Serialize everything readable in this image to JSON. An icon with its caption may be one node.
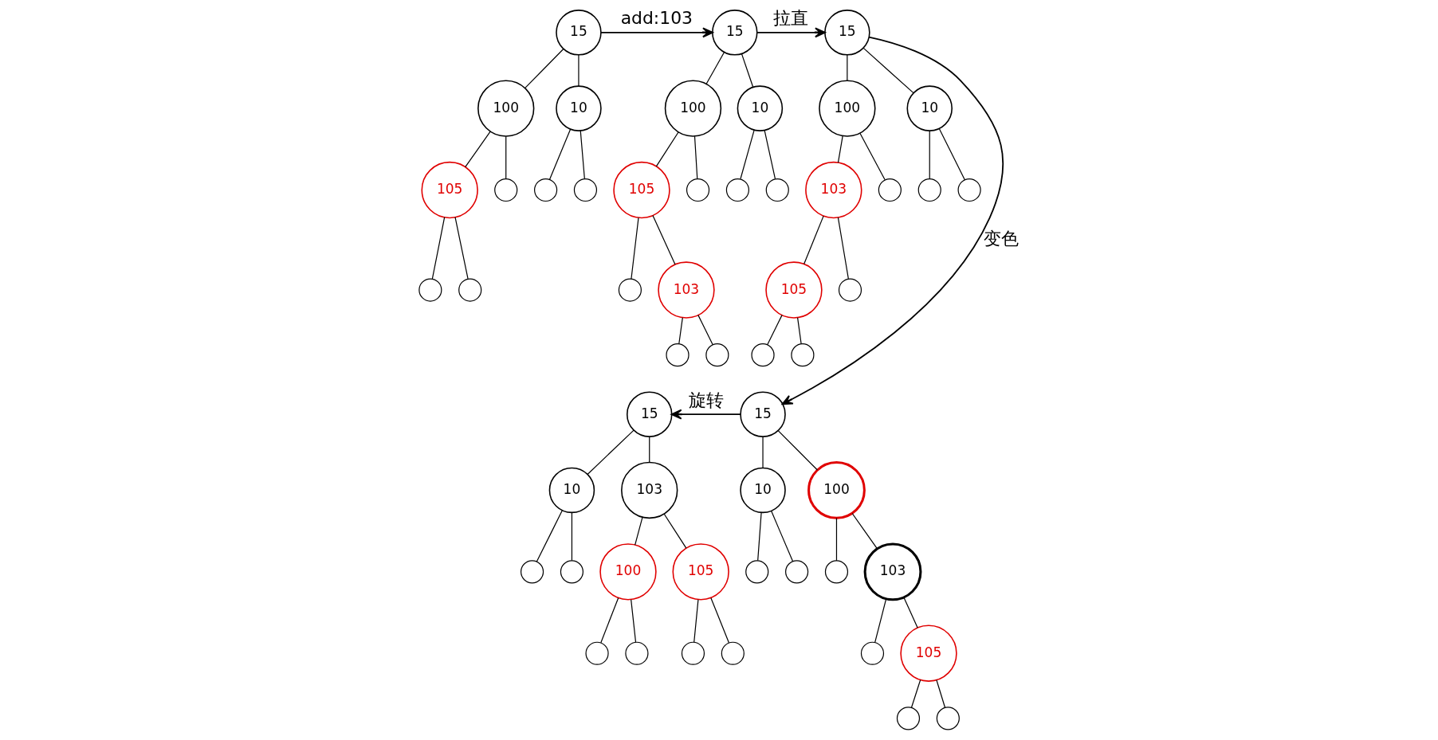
{
  "diagram": {
    "nodes": [
      {
        "text": [
          "15"
        ]
      },
      {
        "text": [
          "10"
        ]
      },
      {
        "text": [
          "100"
        ]
      },
      {
        "text": [],
        "shape": "circle"
      },
      {
        "text": [],
        "shape": "circle"
      },
      {
        "text": [],
        "shape": "circle"
      },
      {
        "text": [
          "105"
        ]
      },
      {
        "text": [],
        "shape": "circle"
      },
      {
        "text": [],
        "shape": "circle"
      },
      {
        "text": [
          "15"
        ]
      },
      {
        "text": [
          "10"
        ]
      },
      {
        "text": [
          "100"
        ]
      },
      {
        "text": [],
        "shape": "circle"
      },
      {
        "text": [],
        "shape": "circle"
      },
      {
        "text": [],
        "shape": "circle"
      },
      {
        "text": [
          "105"
        ]
      },
      {
        "text": [
          "103"
        ]
      },
      {
        "text": [],
        "shape": "circle"
      },
      {
        "text": [],
        "shape": "circle"
      },
      {
        "text": [],
        "shape": "circle"
      },
      {
        "text": [
          "15"
        ]
      },
      {
        "text": [
          "10"
        ]
      },
      {
        "text": [
          "100"
        ]
      },
      {
        "text": [],
        "shape": "circle"
      },
      {
        "text": [],
        "shape": "circle"
      },
      {
        "text": [],
        "shape": "circle"
      },
      {
        "text": [
          "103"
        ]
      },
      {
        "text": [],
        "shape": "circle"
      },
      {
        "text": [
          "105"
        ]
      },
      {
        "text": [],
        "shape": "circle"
      },
      {
        "text": [],
        "shape": "circle"
      },
      {
        "text": [
          "15"
        ]
      },
      {
        "text": [
          "10"
        ]
      },
      {
        "text": [
          "100"
        ]
      },
      {
        "text": [],
        "shape": "circle"
      },
      {
        "text": [],
        "shape": "circle"
      },
      {
        "text": [],
        "shape": "circle"
      },
      {
        "text": [
          "103"
        ]
      },
      {
        "text": [],
        "shape": "circle"
      },
      {
        "text": [
          "105"
        ]
      },
      {
        "text": [],
        "shape": "circle"
      },
      {
        "text": [],
        "shape": "circle"
      },
      {
        "text": [
          "15"
        ]
      },
      {
        "text": [
          "10"
        ]
      },
      {
        "text": [
          "103"
        ]
      },
      {
        "text": [],
        "shape": "circle"
      },
      {
        "text": [],
        "shape": "circle"
      },
      {
        "text": [
          "100"
        ]
      },
      {
        "text": [
          "105"
        ]
      },
      {
        "text": [],
        "shape": "circle"
      },
      {
        "text": [],
        "shape": "circle"
      },
      {
        "text": [],
        "shape": "circle"
      },
      {
        "text": [],
        "shape": "circle"
      }
    ],
    "edges": [
      {
        "from": 0,
        "to": 1,
        "arrow": "none"
      },
      {
        "from": 0,
        "to": 2,
        "arrow": "none"
      },
      {
        "from": 1,
        "to": 3,
        "arrow": "none"
      },
      {
        "from": 1,
        "to": 4,
        "arrow": "none"
      },
      {
        "from": 2,
        "to": 5,
        "arrow": "none"
      },
      {
        "from": 2,
        "to": 6,
        "arrow": "none"
      },
      {
        "from": 6,
        "to": 7,
        "arrow": "none"
      },
      {
        "from": 6,
        "to": 8,
        "arrow": "none"
      },
      {
        "from": 9,
        "to": 10,
        "arrow": "none"
      },
      {
        "from": 9,
        "to": 11,
        "arrow": "none"
      },
      {
        "from": 10,
        "to": 12,
        "arrow": "none"
      },
      {
        "from": 10,
        "to": 13,
        "arrow": "none"
      },
      {
        "from": 11,
        "to": 14,
        "arrow": "none"
      },
      {
        "from": 11,
        "to": 15,
        "arrow": "none"
      },
      {
        "from": 15,
        "to": 16,
        "arrow": "none"
      },
      {
        "from": 15,
        "to": 17,
        "arrow": "none"
      },
      {
        "from": 16,
        "to": 18,
        "arrow": "none"
      },
      {
        "from": 16,
        "to": 19,
        "arrow": "none"
      },
      {
        "from": 20,
        "to": 21,
        "arrow": "none"
      },
      {
        "from": 20,
        "to": 22,
        "arrow": "none"
      },
      {
        "from": 21,
        "to": 23,
        "arrow": "none"
      },
      {
        "from": 21,
        "to": 24,
        "arrow": "none"
      },
      {
        "from": 22,
        "to": 25,
        "arrow": "none"
      },
      {
        "from": 22,
        "to": 26,
        "arrow": "none"
      },
      {
        "from": 26,
        "to": 27,
        "arrow": "none"
      },
      {
        "from": 26,
        "to": 28,
        "arrow": "none"
      },
      {
        "from": 28,
        "to": 29,
        "arrow": "none"
      },
      {
        "from": 28,
        "to": 30,
        "arrow": "none"
      },
      {
        "from": 31,
        "to": 32,
        "arrow": "none"
      },
      {
        "from": 31,
        "to": 33,
        "arrow": "none"
      },
      {
        "from": 32,
        "to": 34,
        "arrow": "none"
      },
      {
        "from": 32,
        "to": 35,
        "arrow": "none"
      },
      {
        "from": 33,
        "to": 36,
        "arrow": "none"
      },
      {
        "from": 33,
        "to": 37,
        "arrow": "none"
      },
      {
        "from": 37,
        "to": 38,
        "arrow": "none"
      },
      {
        "from": 37,
        "to": 39,
        "arrow": "none"
      },
      {
        "from": 39,
        "to": 40,
        "arrow": "none"
      },
      {
        "from": 39,
        "to": 41,
        "arrow": "none"
      },
      {
        "from": 42,
        "to": 43,
        "arrow": "none"
      },
      {
        "from": 42,
        "to": 44,
        "arrow": "none"
      },
      {
        "from": 43,
        "to": 45,
        "arrow": "none"
      },
      {
        "from": 43,
        "to": 46,
        "arrow": "none"
      },
      {
        "from": 44,
        "to": 47,
        "arrow": "none"
      },
      {
        "from": 44,
        "to": 48,
        "arrow": "none"
      },
      {
        "from": 47,
        "to": 49,
        "arrow": "none"
      },
      {
        "from": 47,
        "to": 50,
        "arrow": "none"
      },
      {
        "from": 48,
        "to": 51,
        "arrow": "none"
      },
      {
        "from": 48,
        "to": 52,
        "arrow": "none"
      },
      {
        "from": 0,
        "to": 9,
        "arrow": "to",
        "label": "add:103"
      },
      {
        "from": 9,
        "to": 20,
        "arrow": "to",
        "label": "拉直"
      },
      {
        "from": 20,
        "to": 31,
        "arrow": "to",
        "label": "变色"
      },
      {
        "from": 31,
        "to": 42,
        "arrow": "to",
        "label": "旋转"
      }
    ]
  }
}
